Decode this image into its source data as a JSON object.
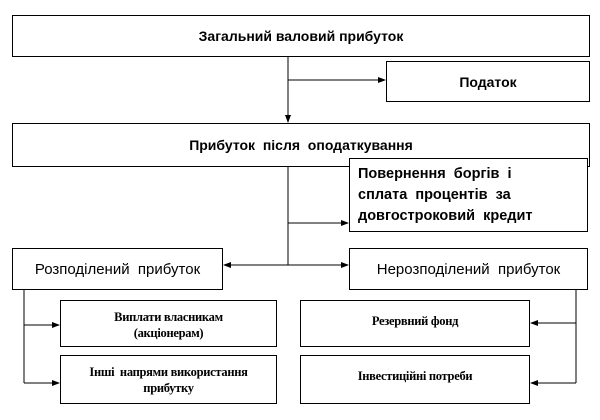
{
  "nodes": {
    "gross_profit": "Загальний валовий прибуток",
    "tax": "Податок",
    "profit_after_tax": "Прибуток  після  оподаткування",
    "debt_repayment": [
      "Повернення  боргів  і",
      "сплата  процентів  за",
      "довгостроковий  кредит"
    ],
    "distributed_profit": "Розподілений  прибуток",
    "retained_profit": "Нерозподілений  прибуток",
    "owner_payments": [
      "Виплати власникам",
      "(акціонерам)"
    ],
    "other_uses": [
      "Інші  напрями використання",
      "прибутку"
    ],
    "reserve_fund": "Резервний фонд",
    "investment_needs": "Інвестиційні потреби"
  }
}
